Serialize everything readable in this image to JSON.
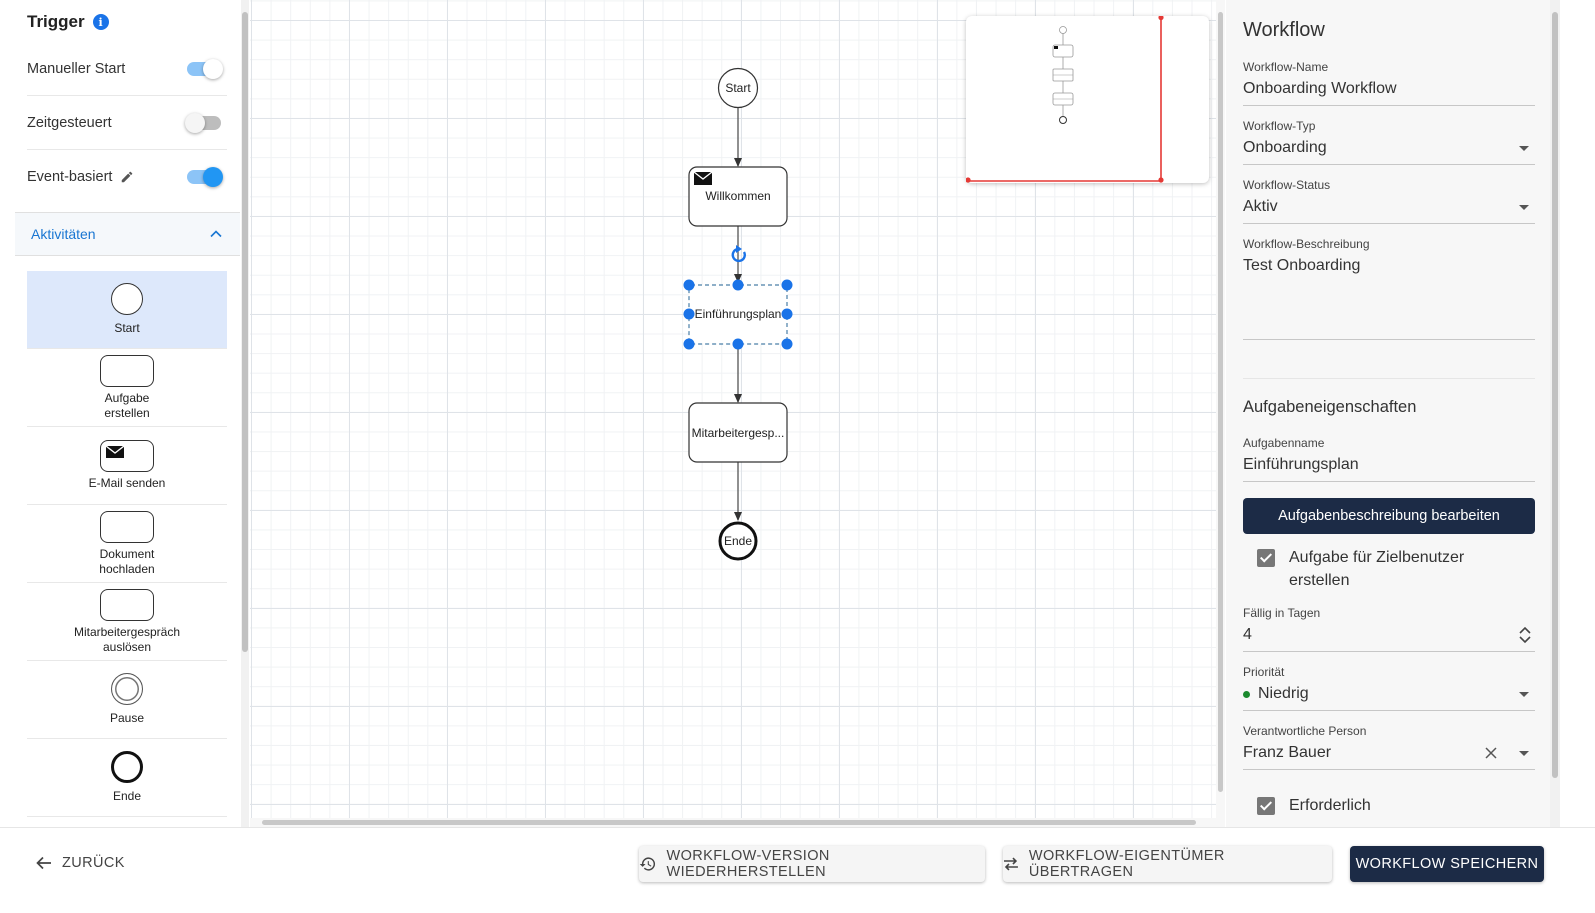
{
  "trigger": {
    "title": "Trigger",
    "info_icon": "i",
    "items": [
      {
        "label": "Manueller Start",
        "enabled": true
      },
      {
        "label": "Zeitgesteuert",
        "enabled": false
      },
      {
        "label": "Event-basiert",
        "enabled": true
      }
    ]
  },
  "activities": {
    "header": "Aktivitäten",
    "items": [
      {
        "label": "Start",
        "shape": "circle",
        "selected": true
      },
      {
        "label": "Aufgabe erstellen",
        "shape": "rounded-rect"
      },
      {
        "label": "E-Mail senden",
        "shape": "rounded-rect-envelope"
      },
      {
        "label": "Dokument hochladen",
        "shape": "rounded-rect"
      },
      {
        "label": "Mitarbeitergespräch auslösen",
        "shape": "rounded-rect"
      },
      {
        "label": "Pause",
        "shape": "double-circle"
      },
      {
        "label": "Ende",
        "shape": "thick-circle"
      }
    ]
  },
  "canvas": {
    "nodes": {
      "start": "Start",
      "willkommen": "Willkommen",
      "einfuehrungsplan": "Einführungsplan",
      "mitarbeitergespraech": "Mitarbeitergesp...",
      "ende": "Ende"
    },
    "selected_node": "einfuehrungsplan"
  },
  "workflow": {
    "title": "Workflow",
    "name_label": "Workflow-Name",
    "name_value": "Onboarding Workflow",
    "type_label": "Workflow-Typ",
    "type_value": "Onboarding",
    "status_label": "Workflow-Status",
    "status_value": "Aktiv",
    "description_label": "Workflow-Beschreibung",
    "description_value": "Test Onboarding"
  },
  "task": {
    "section_title": "Aufgabeneigenschaften",
    "name_label": "Aufgabenname",
    "name_value": "Einführungsplan",
    "edit_description_button": "Aufgabenbeschreibung bearbeiten",
    "create_for_target_user_label": "Aufgabe für Zielbenutzer erstellen",
    "create_for_target_user_checked": true,
    "due_days_label": "Fällig in Tagen",
    "due_days_value": "4",
    "priority_label": "Priorität",
    "priority_value": "Niedrig",
    "priority_color": "#1b8a2e",
    "responsible_label": "Verantwortliche Person",
    "responsible_value": "Franz Bauer",
    "required_label": "Erforderlich",
    "required_checked": true
  },
  "footer": {
    "back_label": "ZURÜCK",
    "restore_version_label": "WORKFLOW-VERSION WIEDERHERSTELLEN",
    "transfer_owner_label": "WORKFLOW-EIGENTÜMER ÜBERTRAGEN",
    "save_label": "WORKFLOW SPEICHERN"
  },
  "colors": {
    "accent": "#1976d2",
    "primary_dark": "#1c2b46",
    "selection_handle": "#1a73e8",
    "minimap_viewport": "#e53935"
  }
}
